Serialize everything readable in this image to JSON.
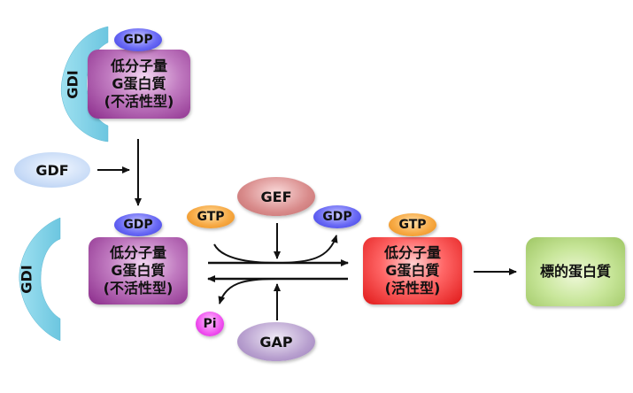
{
  "diagram": {
    "top_complex": {
      "gdi_label": "GDI",
      "nucleotide": "GDP",
      "lines": [
        "低分子量",
        "G蛋白質",
        "(不活性型)"
      ]
    },
    "gdf_label": "GDF",
    "inactive_complex": {
      "gdi_label": "GDI",
      "nucleotide": "GDP",
      "lines": [
        "低分子量",
        "G蛋白質",
        "(不活性型)"
      ]
    },
    "exchange": {
      "gtp_in": "GTP",
      "gef": "GEF",
      "gdp_out": "GDP",
      "pi_out": "Pi",
      "gap": "GAP"
    },
    "active_complex": {
      "nucleotide": "GTP",
      "lines": [
        "低分子量",
        "G蛋白質",
        "(活性型)"
      ]
    },
    "target": {
      "label": "標的蛋白質"
    },
    "colors": {
      "inactive": "#8a2a8a",
      "active": "#e01818",
      "target": "#9ec663",
      "gdp": "#4a4ae8",
      "gtp": "#f09a30",
      "gef": "#d08080",
      "gap": "#a88cc4",
      "gdf": "#c0d6f5",
      "pi": "#e040e0",
      "gdi": "#7dd0e6"
    }
  }
}
